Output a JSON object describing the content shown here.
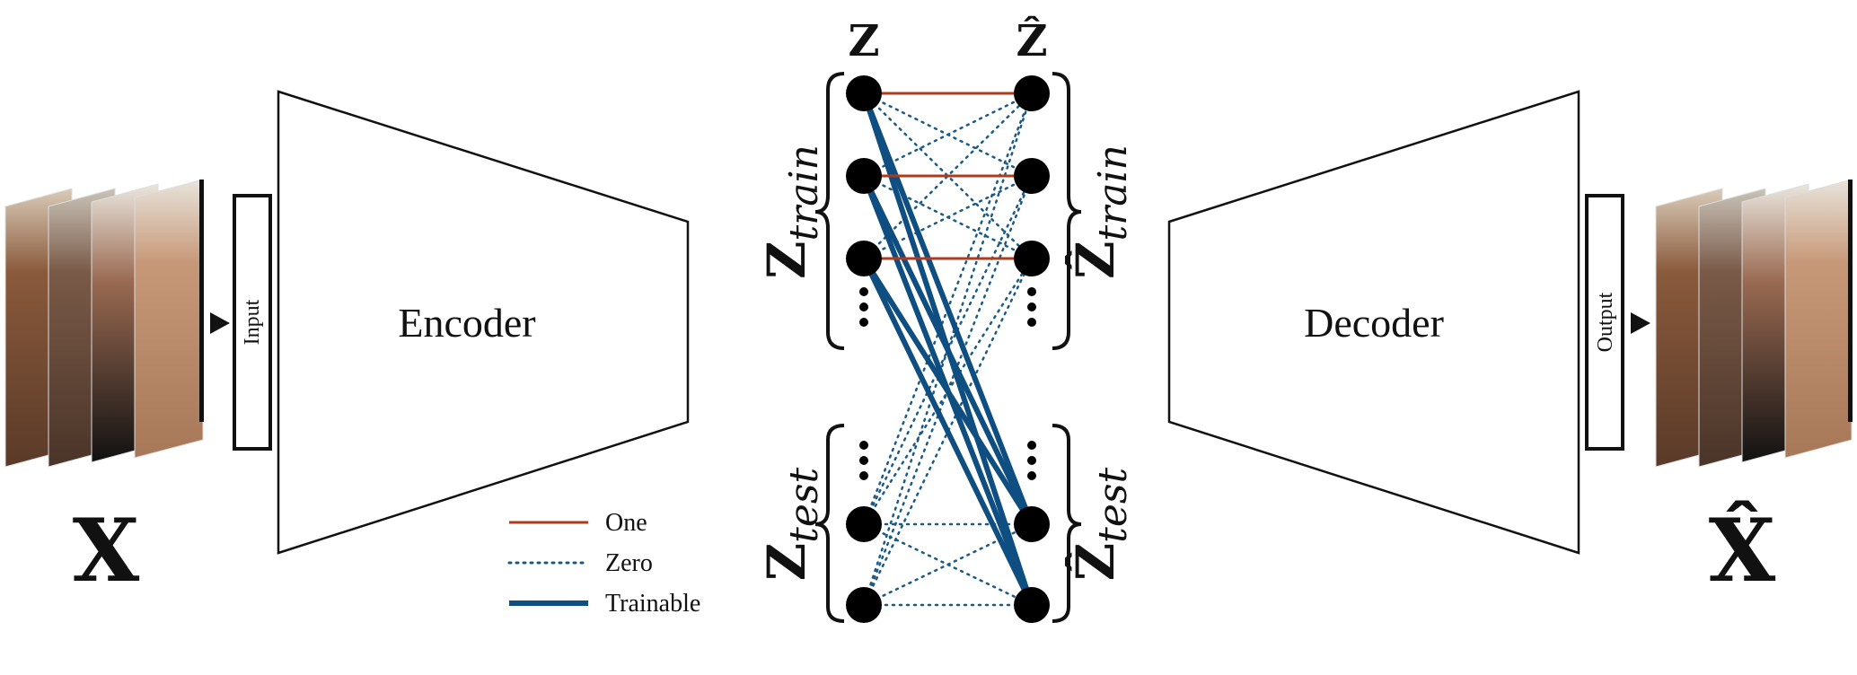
{
  "input_images": {
    "label": "X",
    "box_label": "Input"
  },
  "output_images": {
    "label": "X̂",
    "box_label": "Output"
  },
  "encoder": {
    "label": "Encoder"
  },
  "decoder": {
    "label": "Decoder"
  },
  "latent": {
    "z_label": "Z",
    "zhat_label": "Ẑ",
    "train_sub": "train",
    "test_sub": "test"
  },
  "legend": [
    {
      "label": "One",
      "color": "#b03a1e",
      "style": "solid"
    },
    {
      "label": "Zero",
      "color": "#1a5a85",
      "style": "dotted"
    },
    {
      "label": "Trainable",
      "color": "#0f4e80",
      "style": "thick"
    }
  ],
  "colors": {
    "one": "#b03a1e",
    "zero": "#1a5a85",
    "trainable": "#0f4e80"
  }
}
